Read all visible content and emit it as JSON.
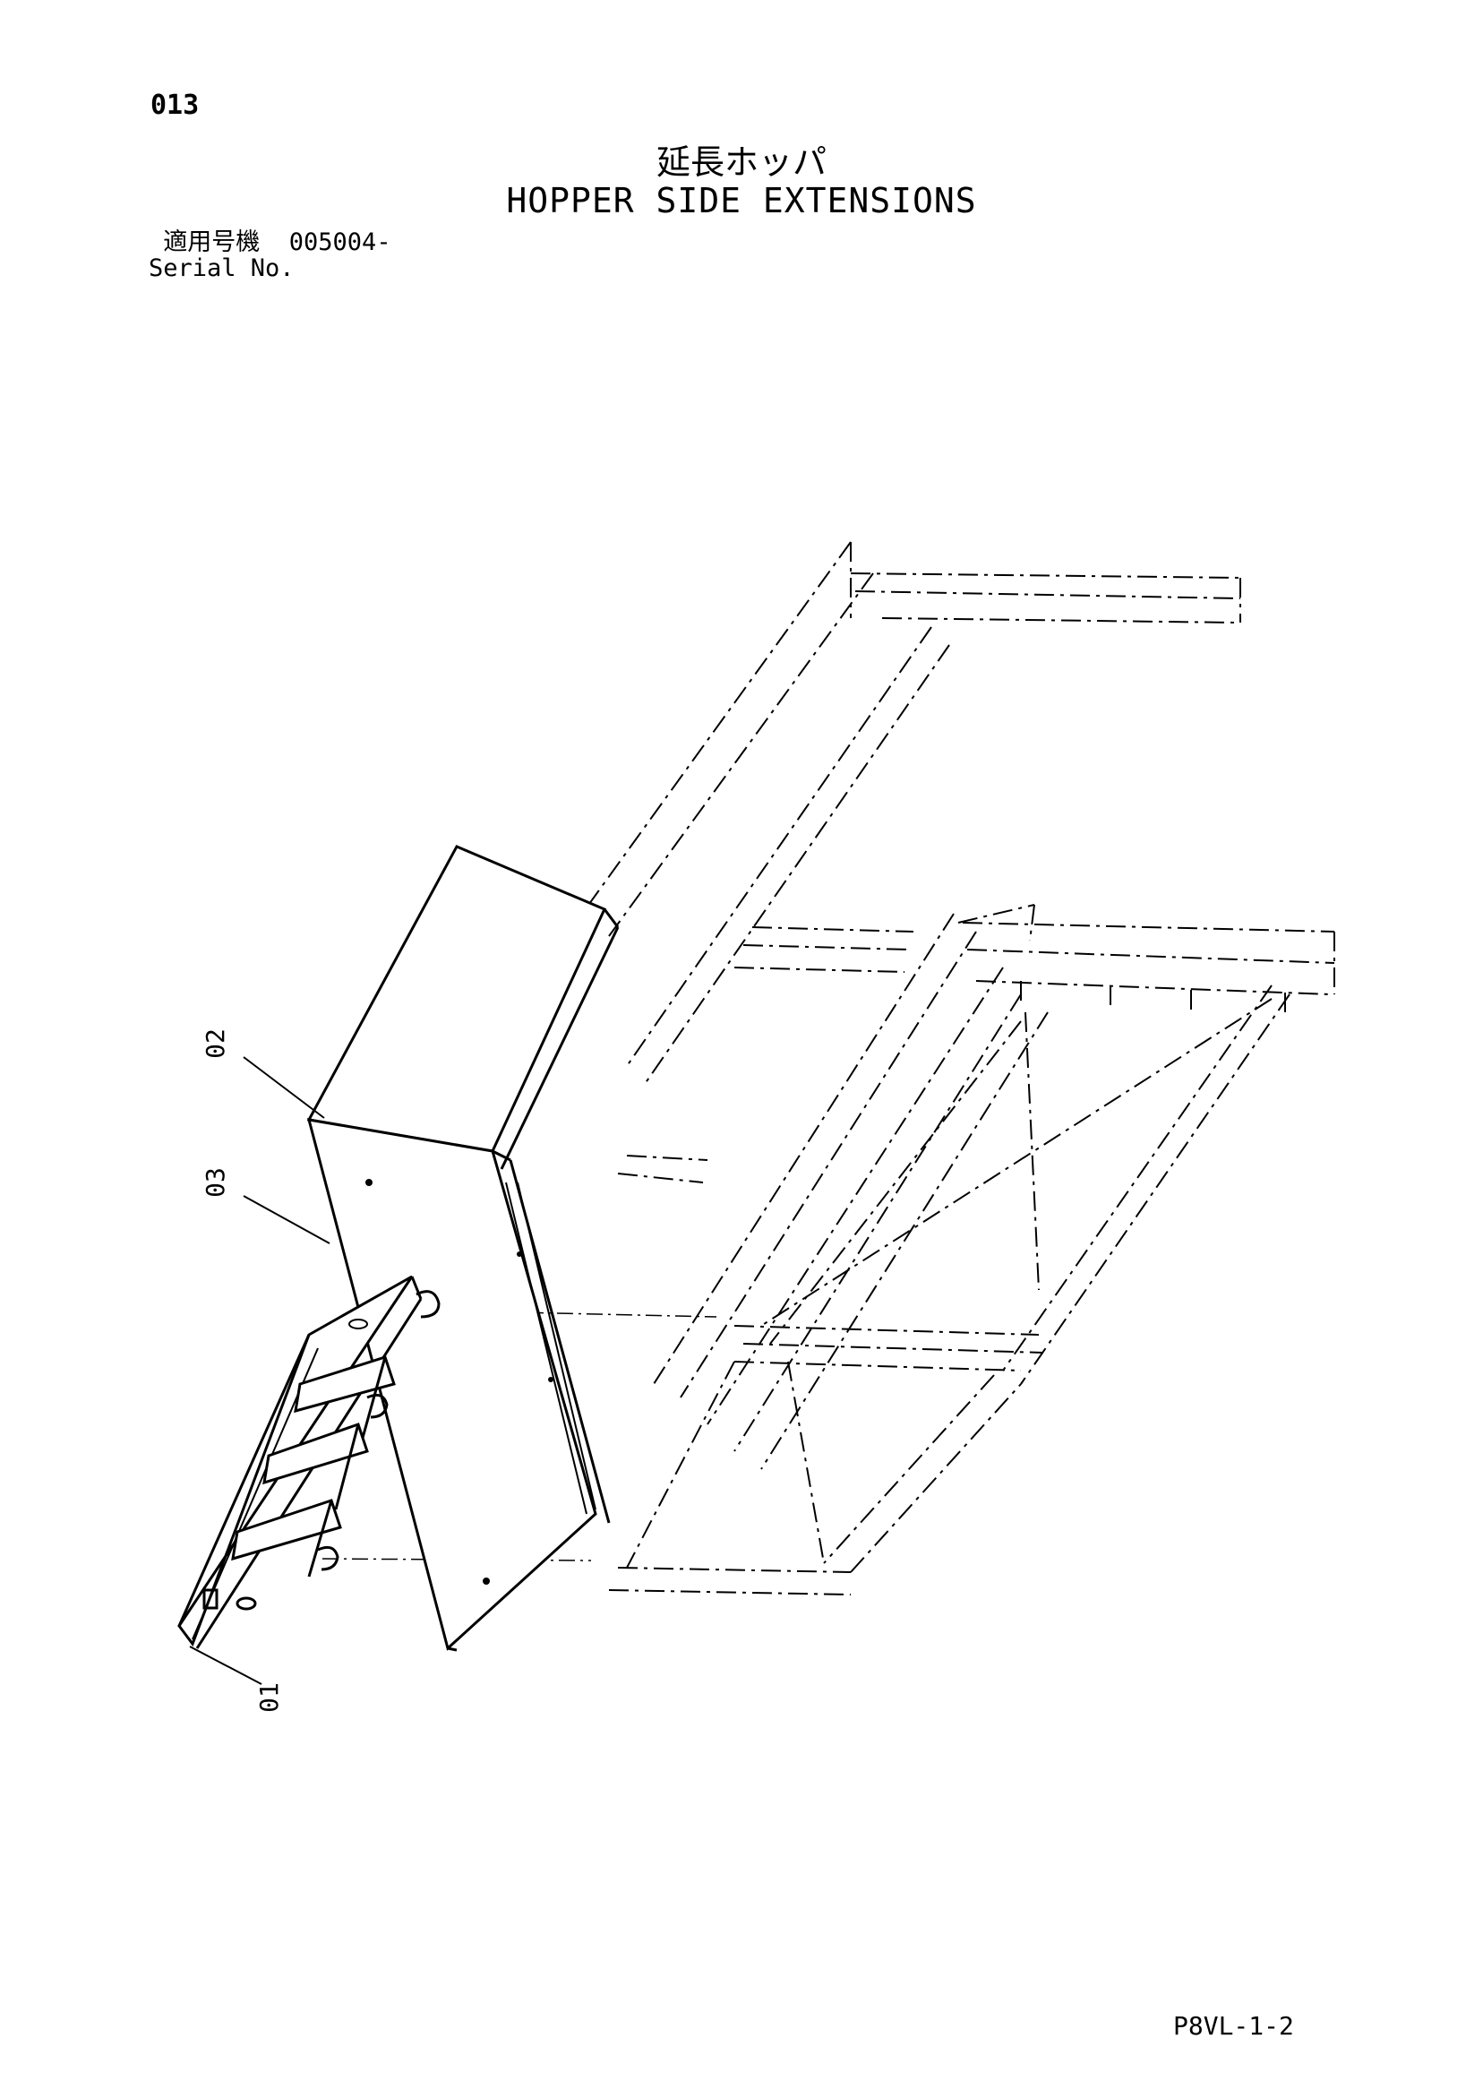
{
  "page_number": "013",
  "title_jp": "延長ホッパ",
  "title_en": "HOPPER SIDE EXTENSIONS",
  "serial": {
    "label_jp": "適用号機",
    "value": "005004-",
    "label_en": "Serial No."
  },
  "callouts": [
    {
      "id": "01",
      "label": "01"
    },
    {
      "id": "02",
      "label": "02"
    },
    {
      "id": "03",
      "label": "03"
    }
  ],
  "doc_code": "P8VL-1-2"
}
